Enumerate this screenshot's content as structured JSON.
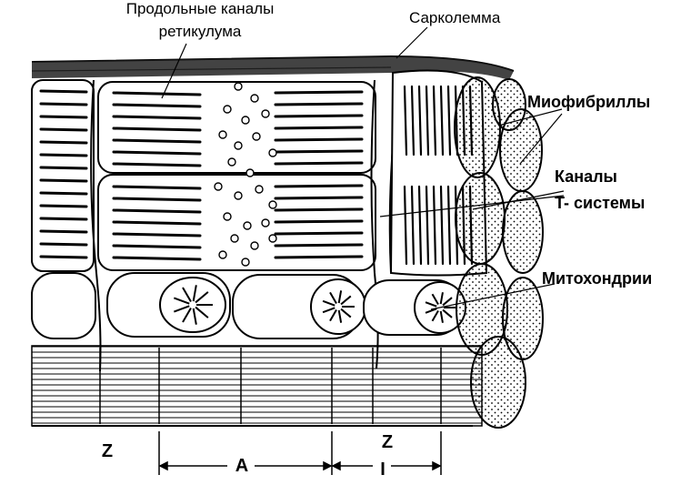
{
  "labels": {
    "reticulum_line1": "Продольные каналы",
    "reticulum_line2": "ретикулума",
    "sarcolemma": "Сарколемма",
    "myofibrils": "Миофибриллы",
    "t_system_line1": "Каналы",
    "t_system_line2": "T- системы",
    "mitochondria": "Митохондрии"
  },
  "bands": {
    "z_left": "Z",
    "a_band": "A",
    "z_right": "Z",
    "i_band": "I"
  },
  "colors": {
    "ink": "#000000",
    "paper": "#ffffff"
  }
}
